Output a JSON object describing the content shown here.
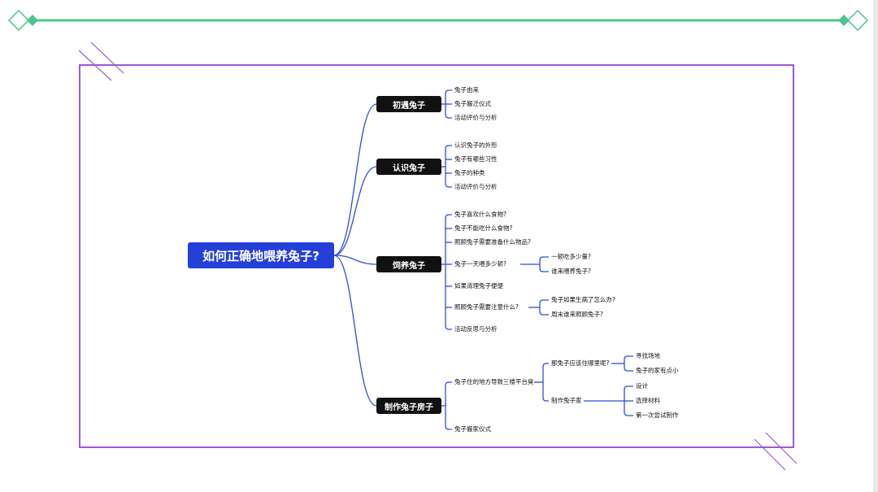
{
  "colors": {
    "accent": "#4dc48f",
    "frame": "#9b5ad6",
    "root": "#2540d9",
    "node": "#111111",
    "connector": "#2e4ed6"
  },
  "root": "如何正确地喂养兔子?",
  "branches": [
    {
      "label": "初遇兔子",
      "children": [
        "兔子由来",
        "兔子搬迁仪式",
        "活动评价与分析"
      ]
    },
    {
      "label": "认识兔子",
      "children": [
        "认识兔子的外形",
        "兔子有哪些习性",
        "兔子的种类",
        "活动评价与分析"
      ]
    },
    {
      "label": "饲养兔子",
      "children": [
        "兔子喜欢什么食物?",
        "兔子不能吃什么食物?",
        "照顾兔子需要准备什么物品?",
        {
          "label": "兔子一天喂多少顿?",
          "children": [
            "一顿吃多少量?",
            "谁来喂养兔子?"
          ]
        },
        "如果清理兔子便便",
        {
          "label": "照顾兔子需要注意什么?",
          "children": [
            "兔子如果生病了怎么办?",
            "周末谁来照顾兔子?"
          ]
        },
        "活动反思与分析"
      ]
    },
    {
      "label": "制作兔子房子",
      "children": [
        {
          "label": "兔子住的地方导致三楼平台臭",
          "children": [
            {
              "label": "那兔子应该住哪里呢?",
              "children": [
                "寻找场地",
                "兔子的家有点小"
              ]
            },
            {
              "label": "制作兔子家",
              "children": [
                "设计",
                "选择材料",
                "第一次尝试制作"
              ]
            }
          ]
        },
        "兔子搬家仪式"
      ]
    }
  ]
}
